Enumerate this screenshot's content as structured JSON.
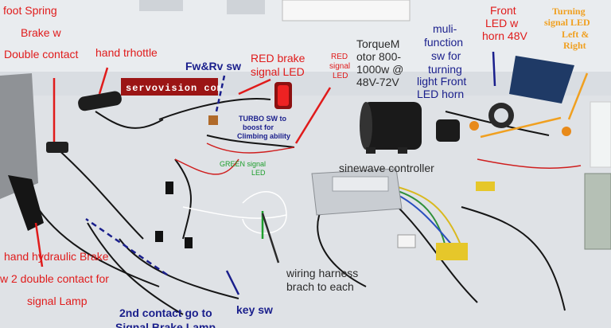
{
  "labels": {
    "foot_spring": "foot Spring",
    "brake_w": "Brake w",
    "double_contact": "Double contact",
    "hand_throttle": "hand trhottle",
    "fw_rv_sw": "Fw&Rv sw",
    "red_brake": "RED brake",
    "signal_led": "signal LED",
    "red_signal_1": "RED",
    "red_signal_2": "signal",
    "red_signal_3": "LED",
    "torque_1": "TorqueM",
    "torque_2": "otor 800-",
    "torque_3": "1000w @",
    "torque_4": "48V-72V",
    "multi_1": "muli-",
    "multi_2": "function",
    "multi_3": "sw for",
    "multi_4": "turning",
    "multi_5": "light  Front",
    "multi_6": "LED  horn",
    "front_led_1": "Front",
    "front_led_2": "LED w",
    "front_led_3": "horn 48V",
    "turning_1": "Turning",
    "turning_2": "signal LED",
    "turning_3": "Left &",
    "turning_4": "Right",
    "turbo_1": "TURBO SW to",
    "turbo_2": "boost for",
    "turbo_3": "Climbing ability",
    "green_1": "GREEN signal",
    "green_2": "LED",
    "sinewave": "sinewave controller",
    "hand_brake": "hand hydraulic Brake",
    "double_contact_signal": "w 2 double contact for",
    "signal_lamp": "signal Lamp",
    "second_contact": "2nd contact go to",
    "signal_brake_lamp": "Signal Brake Lamp",
    "key_sw": "key sw",
    "harness_1": "wiring harness",
    "harness_2": "brach to each"
  },
  "brand": "servovision com",
  "colors": {
    "red": "#e01b1b",
    "navy": "#1a1f8c",
    "green": "#1d9e2c",
    "orange": "#f0a020",
    "wall": "#e9ecef",
    "table": "#d9dde2"
  }
}
